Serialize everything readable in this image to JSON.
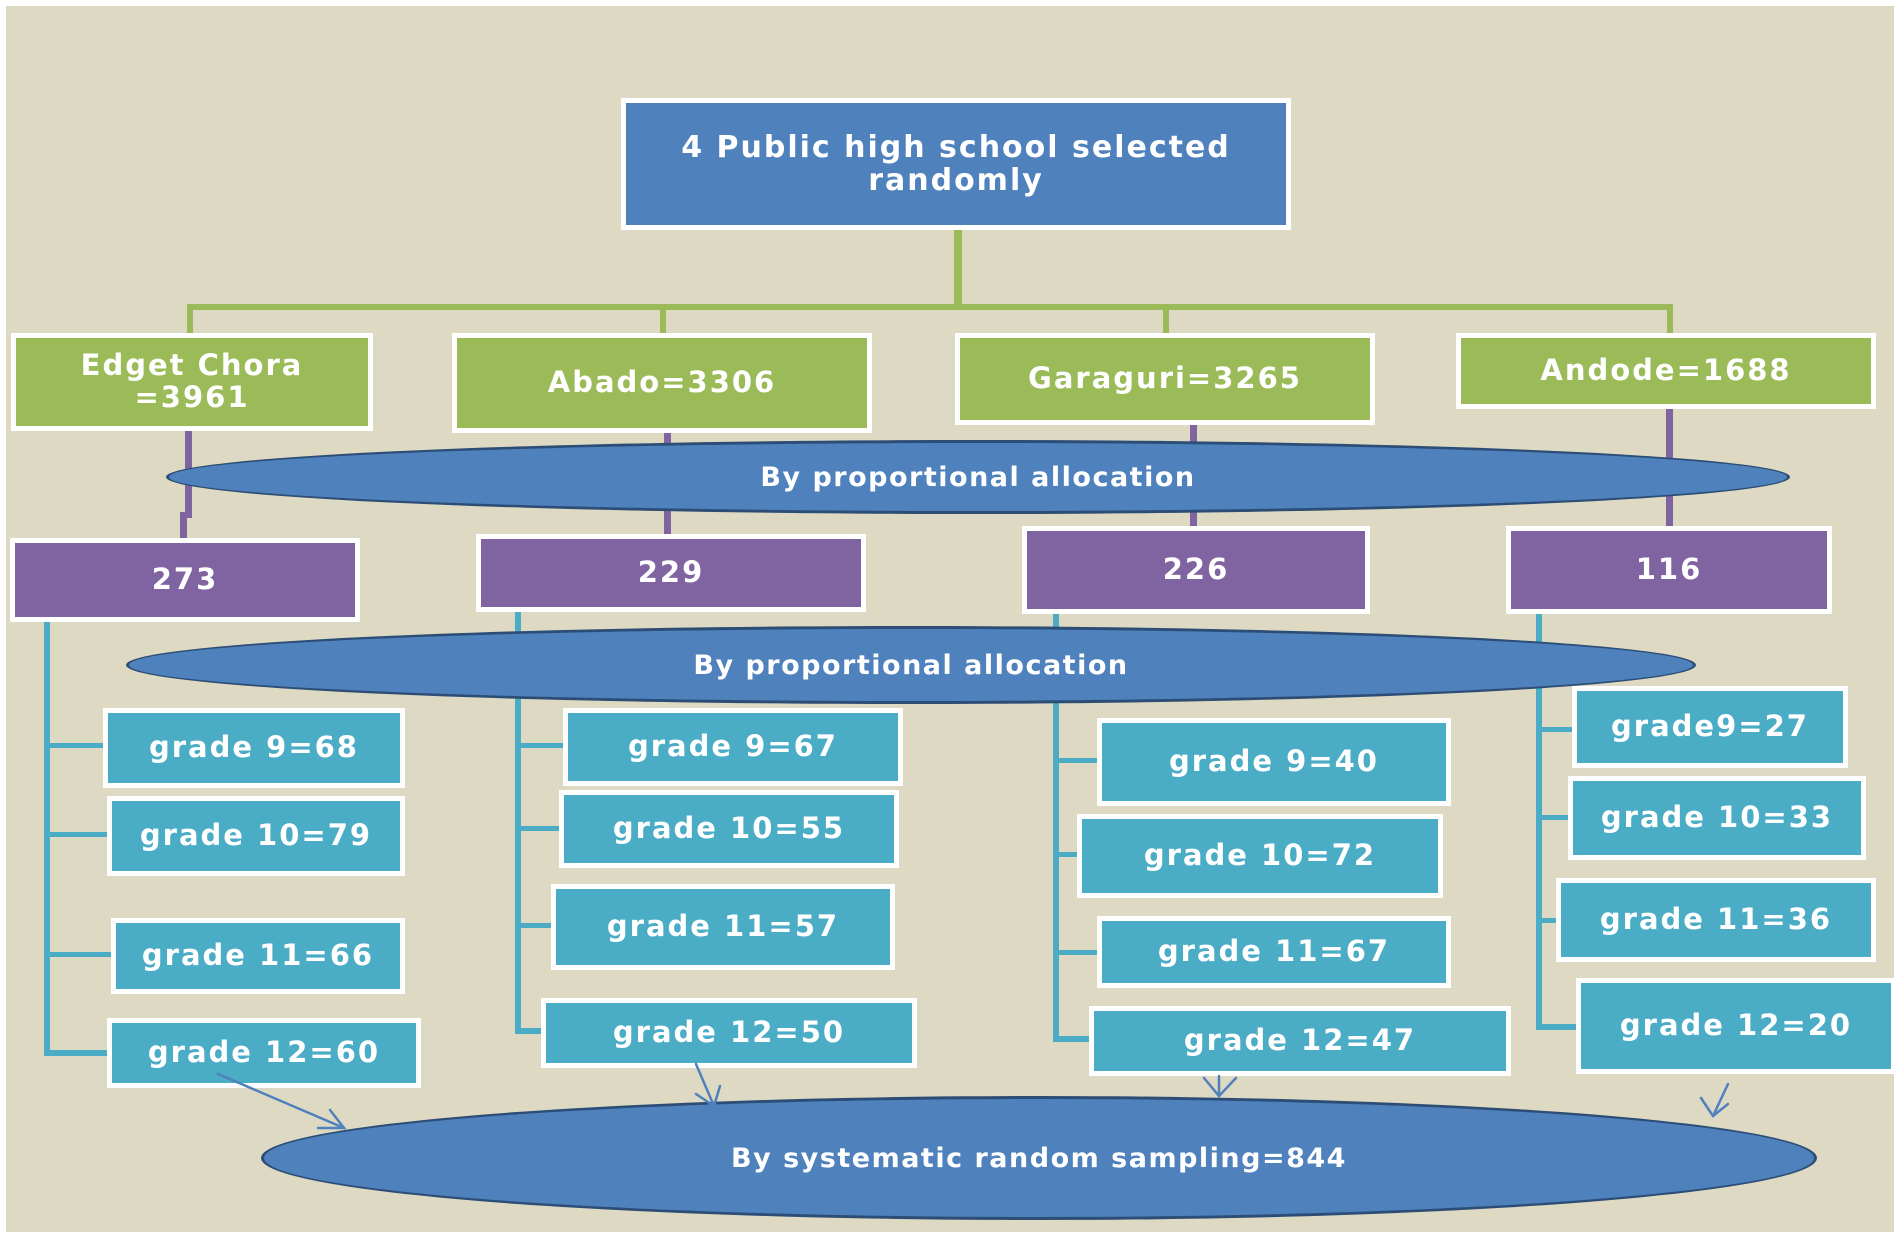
{
  "top_box": "4 Public high school selected randomly",
  "schools": [
    {
      "label": "Edget Chora =3961",
      "sample": "273",
      "grades": [
        "grade 9=68",
        "grade 10=79",
        "grade 11=66",
        "grade 12=60"
      ]
    },
    {
      "label": "Abado=3306",
      "sample": "229",
      "grades": [
        "grade 9=67",
        "grade 10=55",
        "grade 11=57",
        "grade 12=50"
      ]
    },
    {
      "label": "Garaguri=3265",
      "sample": "226",
      "grades": [
        "grade 9=40",
        "grade 10=72",
        "grade 11=67",
        "grade 12=47"
      ]
    },
    {
      "label": "Andode=1688",
      "sample": "116",
      "grades": [
        "grade9=27",
        "grade 10=33",
        "grade 11=36",
        "grade 12=20"
      ]
    }
  ],
  "allocation_1": "By proportional allocation",
  "allocation_2": "By proportional allocation",
  "sampling": "By systematic random sampling=844",
  "colors": {
    "background": "#ddd9c3",
    "top": "#4f81bd",
    "school": "#9bbb59",
    "sample": "#8064a2",
    "grade": "#4bacc6",
    "ellipse": "#4f81bd",
    "connector_green": "#9bbb59",
    "connector_purple": "#8064a2",
    "connector_cyan": "#4bacc6",
    "arrow": "#4f81bd"
  }
}
